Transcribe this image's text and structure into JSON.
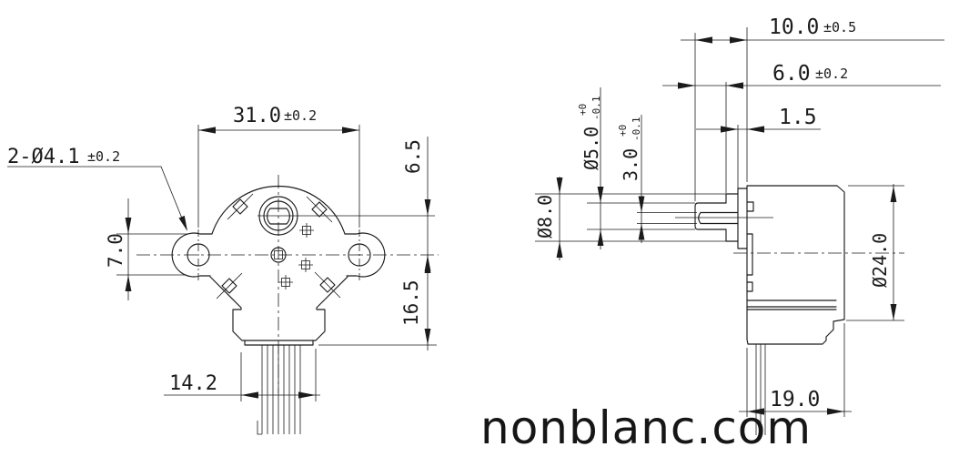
{
  "watermark": "nonblanc.com",
  "front_view": {
    "dims": {
      "mount_hole_spacing": {
        "value": "31.0",
        "tol": "±0.2"
      },
      "mount_holes": {
        "value": "2-Ø4.1",
        "tol": "±0.2"
      },
      "boss_offset": {
        "value": "6.5"
      },
      "ear_height": {
        "value": "7.0"
      },
      "lower_body_height": {
        "value": "16.5"
      },
      "connector_width": {
        "value": "14.2"
      }
    }
  },
  "side_view": {
    "dims": {
      "shaft_length": {
        "value": "10.0",
        "tol": "±0.5"
      },
      "shaft_exposed": {
        "value": "6.0",
        "tol": "±0.2"
      },
      "plate_thickness": {
        "value": "1.5"
      },
      "shaft_diameter": {
        "value": "Ø5.0",
        "tol_plus": "+0",
        "tol_minus": "-0.1"
      },
      "shaft_flat": {
        "value": "3.0",
        "tol_plus": "+0",
        "tol_minus": "-0.1"
      },
      "bushing_diameter": {
        "value": "Ø8.0"
      },
      "body_diameter": {
        "value": "Ø24.0"
      },
      "body_length": {
        "value": "19.0"
      }
    }
  }
}
